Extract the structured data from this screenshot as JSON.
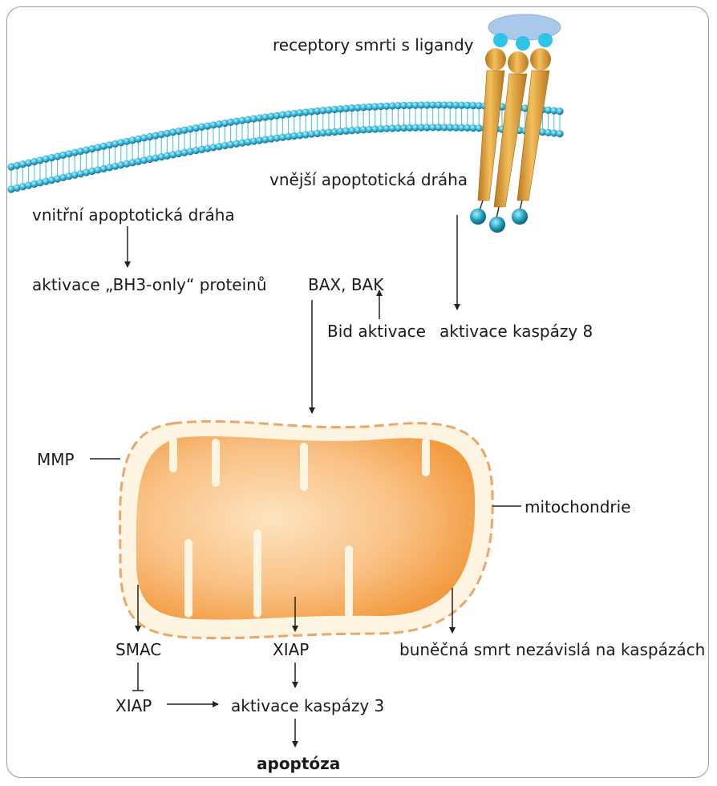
{
  "labels": {
    "death_receptors": "receptory smrti s ligandy",
    "extrinsic_pathway": "vnější apoptotická dráha",
    "intrinsic_pathway": "vnitřní apoptotická dráha",
    "bh3_activation": "aktivace „BH3-only“ proteinů",
    "bax_bak": "BAX, BAK",
    "bid_activation": "Bid aktivace",
    "caspase8_activation": "aktivace kaspázy 8",
    "mmp": "MMP",
    "mitochondria": "mitochondrie",
    "smac": "SMAC",
    "xiap_center": "XIAP",
    "xiap_left": "XIAP",
    "caspase_independent_death": "buněčná smrt nezávislá na kaspázách",
    "caspase3_activation": "aktivace kaspázy 3",
    "apoptosis": "apoptóza"
  },
  "colors": {
    "membrane": "#33b6d6",
    "membrane_dark": "#1c8fb3",
    "receptor": "#e8a640",
    "receptor_dark": "#b8781e",
    "ligand": "#9fc3e6",
    "receptor_head": "#2ec4e8",
    "receptor_foot": "#1d9eb8",
    "mito_outer": "#fdf3de",
    "mito_outer_border": "#e9a86a",
    "mito_inner": "#f7b062",
    "arrow": "#222222"
  }
}
